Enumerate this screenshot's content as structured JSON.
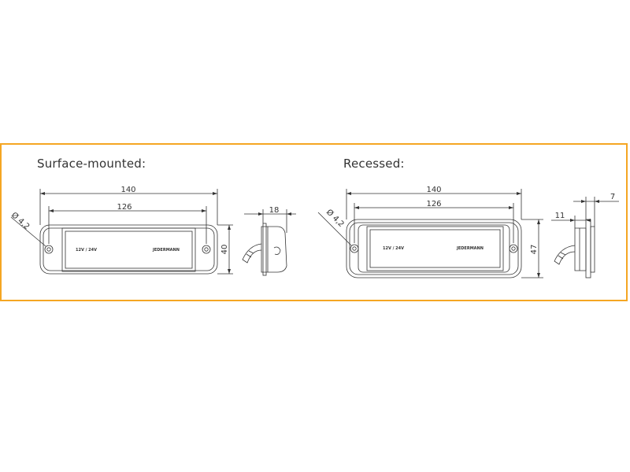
{
  "frame_color": "#f5a623",
  "line_color": "#333333",
  "surface": {
    "title": "Surface-mounted:",
    "dim_overall_width": "140",
    "dim_inner_width": "126",
    "dim_height": "40",
    "dim_hole": "Ø 4,2",
    "dim_depth": "18",
    "label_voltage": "12V / 24V",
    "label_brand": "JEDERMANN"
  },
  "recessed": {
    "title": "Recessed:",
    "dim_overall_width": "140",
    "dim_inner_width": "126",
    "dim_height": "47",
    "dim_hole": "Ø 4,2",
    "dim_depth_total": "11",
    "dim_depth_lip": "7",
    "label_voltage": "12V / 24V",
    "label_brand": "JEDERMANN"
  }
}
